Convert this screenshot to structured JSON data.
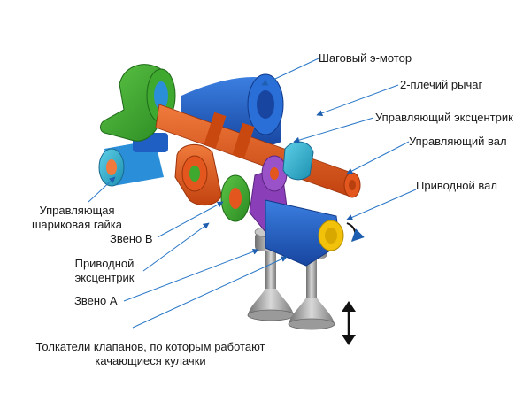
{
  "colors": {
    "background": "#ffffff",
    "label_text": "#1a1a1a",
    "leader_line": "#2a78c8",
    "arrowhead": "#1e5fb0",
    "motor_blue": "#1f5fc4",
    "shaft_orange": "#e3561d",
    "gear_green": "#3fa82f",
    "eccentric_cyan": "#2aa9c8",
    "lever_purple": "#8a3fb8",
    "cam_yellow": "#f2c20a",
    "valve_grey": "#9a9a9a"
  },
  "labels": {
    "stepper_motor": "Шаговый э-мотор",
    "two_arm_lever": "2-плечий рычаг",
    "control_eccentric": "Управляющий эксцентрик",
    "control_shaft": "Управляющий вал",
    "drive_shaft": "Приводной вал",
    "ball_nut_line1": "Управляющая",
    "ball_nut_line2": "шариковая гайка",
    "link_b": "Звено B",
    "drive_eccentric_line1": "Приводной",
    "drive_eccentric_line2": "эксцентрик",
    "link_a": "Звено A",
    "tappets_line1": "Толкатели клапанов, по которым работают",
    "tappets_line2": "качающиеся кулачки"
  }
}
